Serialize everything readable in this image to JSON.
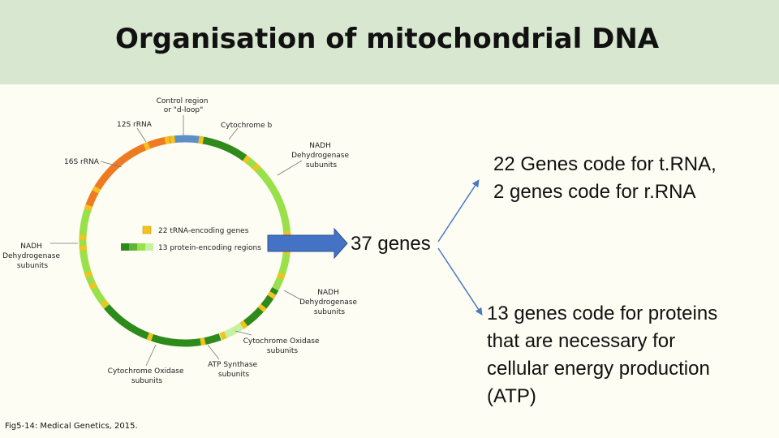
{
  "title": "Organisation of mitochondrial DNA",
  "genome_labels": {
    "control_region": [
      "Control region",
      "or \"d-loop\""
    ],
    "cytochrome_b": "Cytochrome b",
    "rrna_12s": "12S rRNA",
    "rrna_16s": "16S rRNA",
    "nadh_top_right": [
      "NADH",
      "Dehydrogenase",
      "subunits"
    ],
    "nadh_left": [
      "NADH",
      "Dehydrogenase",
      "subunits"
    ],
    "nadh_bottom_right": [
      "NADH",
      "Dehydrogenase",
      "subunits"
    ],
    "cytochrome_oxidase_right": [
      "Cytochrome Oxidase",
      "subunits"
    ],
    "atp_synthase": [
      "ATP Synthase",
      "subunits"
    ],
    "cytochrome_oxidase_bottom": [
      "Cytochrome Oxidase",
      "subunits"
    ]
  },
  "legend": {
    "trna": "22 tRNA-encoding genes",
    "protein": "13 protein-encoding regions"
  },
  "arrow_label": "37 genes",
  "upper_text": [
    "22  Genes code for t.RNA,",
    "2 genes code for r.RNA"
  ],
  "lower_text": [
    "13 genes code for proteins",
    "that are necessary for",
    "cellular energy production",
    "(ATP)"
  ],
  "caption": "Fig5-14: Medical Genetics, 2015.",
  "colors": {
    "band": "#d8e7d0",
    "background": "#fdfdf3",
    "light_green": "#99e04a",
    "dark_green": "#2f8a1c",
    "pale_green": "#c6f1a3",
    "orange": "#ee7a22",
    "trna_yellow": "#f4c21e",
    "control_blue": "#5e8fc7",
    "arrow_blue": "#4472c4"
  }
}
